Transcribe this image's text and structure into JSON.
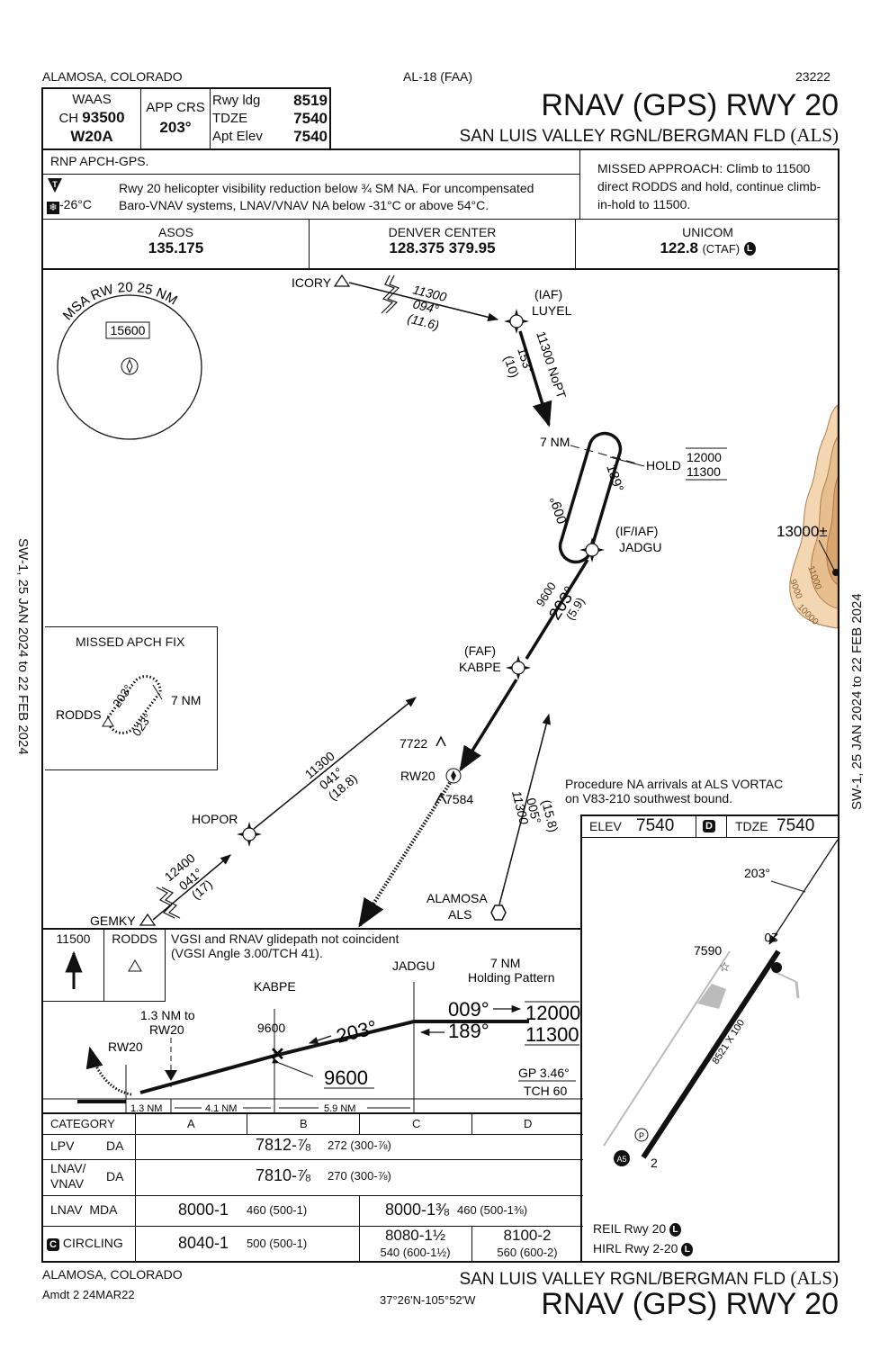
{
  "header": {
    "location": "ALAMOSA, COLORADO",
    "volume": "AL-18 (FAA)",
    "procedure_number": "23222",
    "title": "RNAV (GPS) RWY 20",
    "airport": "SAN LUIS VALLEY RGNL/BERGMAN FLD",
    "airport_id": "(ALS)"
  },
  "briefing": {
    "waas_label": "WAAS",
    "ch_label": "CH",
    "ch_value": "93500",
    "waas_id": "W20A",
    "app_crs_label": "APP CRS",
    "app_crs_value": "203°",
    "rwy_ldg_label": "Rwy ldg",
    "rwy_ldg_value": "8519",
    "tdze_label": "TDZE",
    "tdze_value": "7540",
    "apt_elev_label": "Apt Elev",
    "apt_elev_value": "7540",
    "rnp_note": "RNP APCH-GPS.",
    "notes_line1": "Rwy 20 helicopter visibility reduction below ¾ SM NA.  For uncompensated",
    "notes_line2": "Baro-VNAV systems, LNAV/VNAV NA below -31°C or above 54°C.",
    "t_symbol": "T",
    "cold_temp": "-26°C",
    "missed_approach": "MISSED APPROACH:  Climb to 11500 direct RODDS and hold, continue climb-in-hold to 11500."
  },
  "comms": [
    {
      "name": "ASOS",
      "freq": "135.175",
      "extra": ""
    },
    {
      "name": "DENVER CENTER",
      "freq": "128.375  379.95",
      "extra": ""
    },
    {
      "name": "UNICOM",
      "freq": "122.8",
      "extra": "(CTAF)",
      "icon": "L"
    }
  ],
  "plan_view": {
    "msa_label": "MSA RW 20 25 NM",
    "msa_alt": "15600",
    "fixes": {
      "icory": "ICORY",
      "luyel_role": "(IAF)",
      "luyel": "LUYEL",
      "jadgu_role": "(IF/IAF)",
      "jadgu": "JADGU",
      "kabpe_role": "(FAF)",
      "kabpe": "KABPE",
      "hopor": "HOPOR",
      "gemky": "GEMKY",
      "rw20": "RW20",
      "alamosa_name": "ALAMOSA",
      "alamosa_id": "ALS"
    },
    "legs": {
      "icory_alt": "11300",
      "icory_crs": "094°",
      "icory_dist": "(11.6)",
      "luyel_alt": "11300 NoPT",
      "luyel_crs": "153°",
      "luyel_dist": "(10)",
      "jadgu_alt": "9600",
      "jadgu_crs": "203°",
      "jadgu_dist": "(5.9)",
      "hopor_alt": "11300",
      "hopor_crs": "041°",
      "hopor_dist": "(18.8)",
      "gemky_alt": "12400",
      "gemky_crs": "041°",
      "gemky_dist": "(17)",
      "als_alt": "11300",
      "als_crs": "005°",
      "als_dist": "(15.8)"
    },
    "hold": {
      "leg": "7 NM",
      "label": "HOLD",
      "alt_max": "12000",
      "alt_min": "11300",
      "inbound": "189°",
      "outbound": "009°"
    },
    "terrain": {
      "spot": "13000±",
      "contour1": "9000",
      "contour2": "10000",
      "contour3": "11000"
    },
    "obstacles": {
      "obs1": "7722",
      "obs2": "7584"
    },
    "missed_fix": {
      "title": "MISSED APCH FIX",
      "fix": "RODDS",
      "crs_out": "203°",
      "crs_in": "023°",
      "leg": "7 NM"
    },
    "procedure_na": "Procedure NA arrivals at ALS VORTAC on V83-210 southwest bound."
  },
  "airport_diagram": {
    "elev_label": "ELEV",
    "elev_value": "7540",
    "d_symbol": "D",
    "tdze_label": "TDZE",
    "tdze_value": "7540",
    "course": "203°",
    "obstacle": "7590",
    "rwy_dims": "8521 X 100",
    "rwy_end_a": "20",
    "rwy_end_b": "2",
    "lights_a": "A5",
    "p_symbol": "P",
    "reil": "REIL Rwy 20",
    "hirl": "HIRL Rwy 2-20",
    "l_symbol": "L"
  },
  "profile": {
    "climb_alt": "11500",
    "climb_fix": "RODDS",
    "note_line1": "VGSI and RNAV glidepath not coincident",
    "note_line2": "(VGSI Angle 3.00/TCH 41).",
    "jadgu": "JADGU",
    "kabpe": "KABPE",
    "kabpe_alt": "9600",
    "rw20_dist_1": "1.3 NM to",
    "rw20_dist_2": "RW20",
    "rw20": "RW20",
    "final_crs": "203°",
    "crs_out": "009°",
    "crs_in": "189°",
    "hold_title_1": "7 NM",
    "hold_title_2": "Holding Pattern",
    "hold_alt_max": "12000",
    "hold_alt_min": "11300",
    "gs_alt": "9600",
    "gp": "GP 3.46°",
    "tch": "TCH 60",
    "seg1": "1.3 NM",
    "seg2": "4.1 NM",
    "seg3": "5.9 NM"
  },
  "minimums": {
    "headers": [
      "CATEGORY",
      "A",
      "B",
      "C",
      "D"
    ],
    "lpv_label": "LPV",
    "lpv_type": "DA",
    "lpv_value": "7812-⅞",
    "lpv_hat": "272 (300-⅞)",
    "lnav_vnav_label_1": "LNAV/",
    "lnav_vnav_label_2": "VNAV",
    "lnav_vnav_type": "DA",
    "lnav_vnav_value": "7810-⅞",
    "lnav_vnav_hat": "270 (300-⅞)",
    "lnav_label": "LNAV",
    "lnav_type": "MDA",
    "lnav_ab_value": "8000-1",
    "lnav_ab_hat": "460 (500-1)",
    "lnav_cd_value": "8000-1⅜",
    "lnav_cd_hat": "460 (500-1⅜)",
    "circ_symbol": "C",
    "circ_label": "CIRCLING",
    "circ_ab_value": "8040-1",
    "circ_ab_hat": "500 (500-1)",
    "circ_c_value": "8080-1½",
    "circ_c_hat": "540 (600-1½)",
    "circ_d_value": "8100-2",
    "circ_d_hat": "560 (600-2)"
  },
  "footer": {
    "location": "ALAMOSA, COLORADO",
    "amendment": "Amdt 2  24MAR22",
    "coords": "37°26'N-105°52'W",
    "airport": "SAN LUIS VALLEY RGNL/BERGMAN FLD",
    "airport_id": "(ALS)",
    "title": "RNAV (GPS) RWY 20"
  },
  "margins": {
    "left": "SW-1, 25 JAN 2024  to  22 FEB 2024",
    "right": "SW-1, 25 JAN 2024  to  22 FEB 2024"
  }
}
